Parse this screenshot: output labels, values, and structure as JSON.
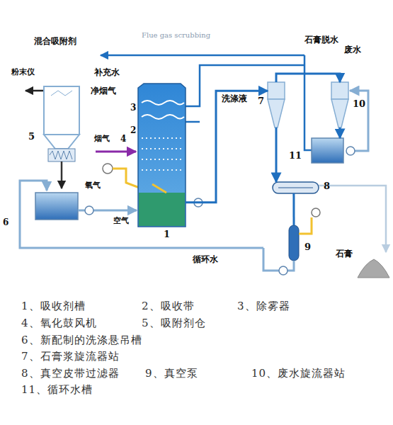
{
  "diagram": {
    "nodes": [
      {
        "text": [
          "5"
        ]
      },
      {
        "text": [
          "1"
        ]
      },
      {
        "text": [
          "7"
        ]
      },
      {
        "text": [
          "10"
        ]
      },
      {
        "text": [
          "11"
        ]
      },
      {
        "text": [
          "8"
        ]
      },
      {
        "text": [
          "9"
        ]
      }
    ],
    "edges": [
      {
        "from": 1,
        "to": 2,
        "label": "洗涤液",
        "arrow": "to"
      },
      {
        "from": 2,
        "to": 5,
        "arrow": "to"
      },
      {
        "from": 2,
        "to": 3,
        "arrow": "to"
      },
      {
        "from": 5,
        "to": 6,
        "arrow": "none"
      },
      {
        "from": 3,
        "to": 4,
        "arrow": "to"
      }
    ],
    "labels": [
      "混合吸附剂",
      "Flue gas scrubbing",
      "石膏脱水",
      "废水",
      "粉末仪",
      "补充水",
      "净烟气",
      "3",
      "2",
      "烟气",
      "4",
      "氧气",
      "空气",
      "6",
      "循环水",
      "石膏",
      "1、吸收剂槽",
      "2、吸收带",
      "3、除雾器",
      "4、氧化鼓风机",
      "5、吸附剂仓",
      "6、新配制的洗涤悬吊槽",
      "7、石膏浆旋流器站",
      "8、真空皮带过滤器",
      "9、真空泵",
      "10、废水旋流器站",
      "11、循环水槽"
    ]
  }
}
